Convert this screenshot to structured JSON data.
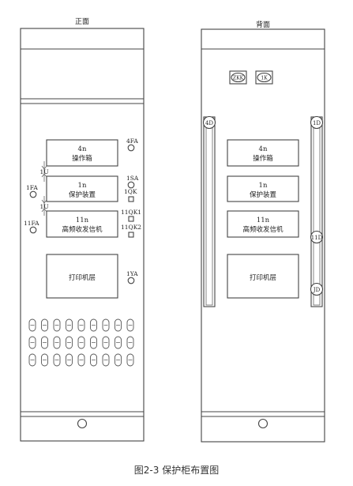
{
  "front": {
    "title": "正面",
    "box_4n_id": "4n",
    "box_4n_name": "操作箱",
    "box_1n_id": "1n",
    "box_1n_name": "保护装置",
    "box_11n_id": "11n",
    "box_11n_name": "高频收发信机",
    "box_printer": "打印机层",
    "label_4fa": "4FA",
    "label_1sa": "1SA",
    "label_1qk": "1QK",
    "label_11qk1": "11QK1",
    "label_11qk2": "11QK2",
    "label_1ya": "1YA",
    "label_1fa": "1FA",
    "label_11fa": "11FA",
    "label_1u_top": "1U",
    "label_1u_bottom": "1U"
  },
  "back": {
    "title": "背面",
    "badge_zkk": "ZKK",
    "badge_1k": "1K",
    "label_4d": "4D",
    "label_1d_top": "1D",
    "label_11d": "11D",
    "label_jd": "JD",
    "box_4n_id": "4n",
    "box_4n_name": "操作箱",
    "box_1n_id": "1n",
    "box_1n_name": "保护装置",
    "box_11n_id": "11n",
    "box_11n_name": "高频收发信机",
    "box_printer": "打印机层"
  },
  "caption": "图2-3  保护柜布置图"
}
